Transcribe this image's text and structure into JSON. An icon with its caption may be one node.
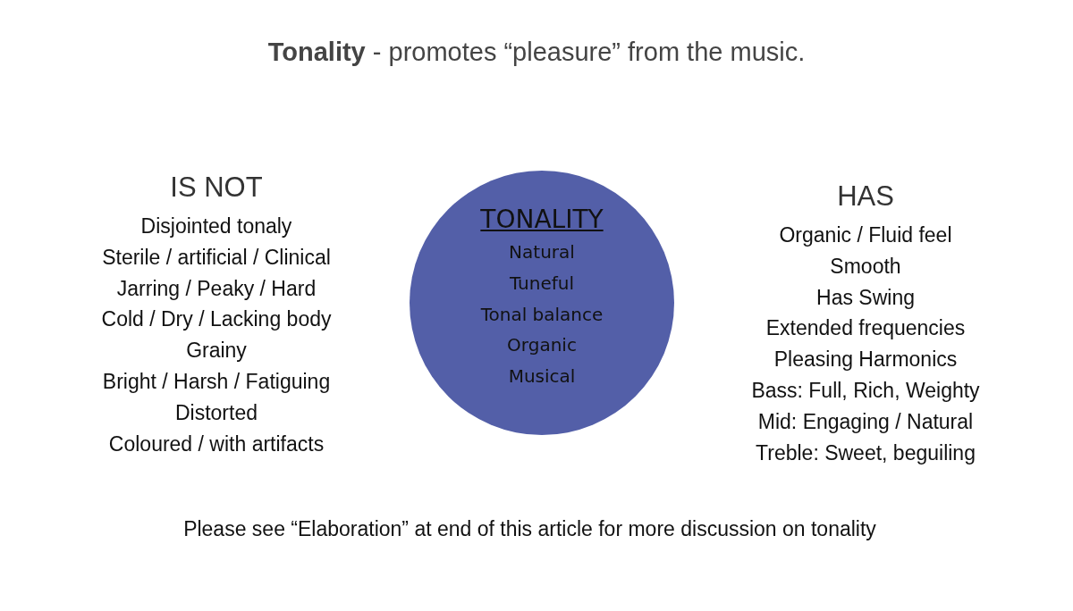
{
  "diagram": {
    "title": "**Tonality** - promotes “pleasure” from the music.",
    "caption": "Please see “Elaboration” at end of this article for more discussion on tonality",
    "nodes": [
      {
        "text": [
          "TONALITY",
          "Natural",
          "Tuneful",
          "Tonal balance",
          "Organic",
          "Musical"
        ]
      }
    ],
    "labels": [
      "IS NOT",
      "Disjointed tonaly",
      "Sterile / artificial / Clinical",
      "Jarring / Peaky / Hard",
      "Cold / Dry / Lacking body",
      "Grainy",
      "Bright / Harsh / Fatiguing",
      "Distorted",
      "Coloured / with  artifacts",
      "HAS",
      "Organic / Fluid feel",
      "Smooth",
      "Has Swing",
      "Extended frequencies",
      "Pleasing Harmonics",
      "Bass: Full, Rich, Weighty",
      "Mid: Engaging / Natural",
      "Treble: Sweet, beguiling"
    ]
  }
}
